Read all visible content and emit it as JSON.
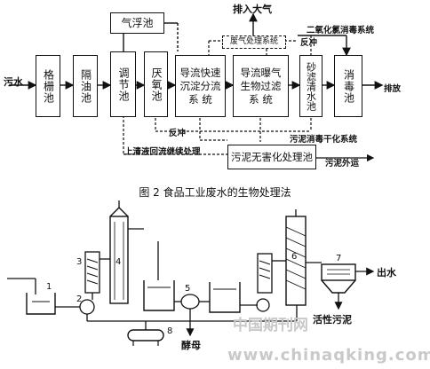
{
  "flowchart": {
    "inlet_label": "污水",
    "boxes": {
      "grid": "格栅池",
      "oil": "隔油池",
      "regulate": "调节池",
      "flotation": "气浮池",
      "anaerobic": "厌氧池",
      "settling": "导流快速\n沉淀分流\n系  统",
      "bio": "导流曝气\n生物过滤\n系  统",
      "sand": "砂滤清水池",
      "disinfect": "消毒池",
      "sludge_treat": "污泥无害化处理池",
      "gas_system": "废气处理系统"
    },
    "labels": {
      "exhaust": "排入大气",
      "chlorine": "二氧化氯消毒系统",
      "reverse_top": "反冲",
      "discharge": "排放",
      "reverse_bottom": "反冲",
      "sludge_dry": "污泥消毒干化系统",
      "reflux": "上清液回流继续处理",
      "sludge_out": "污泥外运"
    }
  },
  "caption": "图 2 食品工业废水的生物处理法",
  "apparatus": {
    "numbers": [
      "1",
      "2",
      "3",
      "4",
      "5",
      "6",
      "7",
      "8"
    ],
    "out_water": "出水",
    "yeast": "酵母",
    "active_sludge": "活性污泥"
  },
  "watermark": {
    "cn": "中国期刊网",
    "url": "www.chinaqking.com"
  }
}
